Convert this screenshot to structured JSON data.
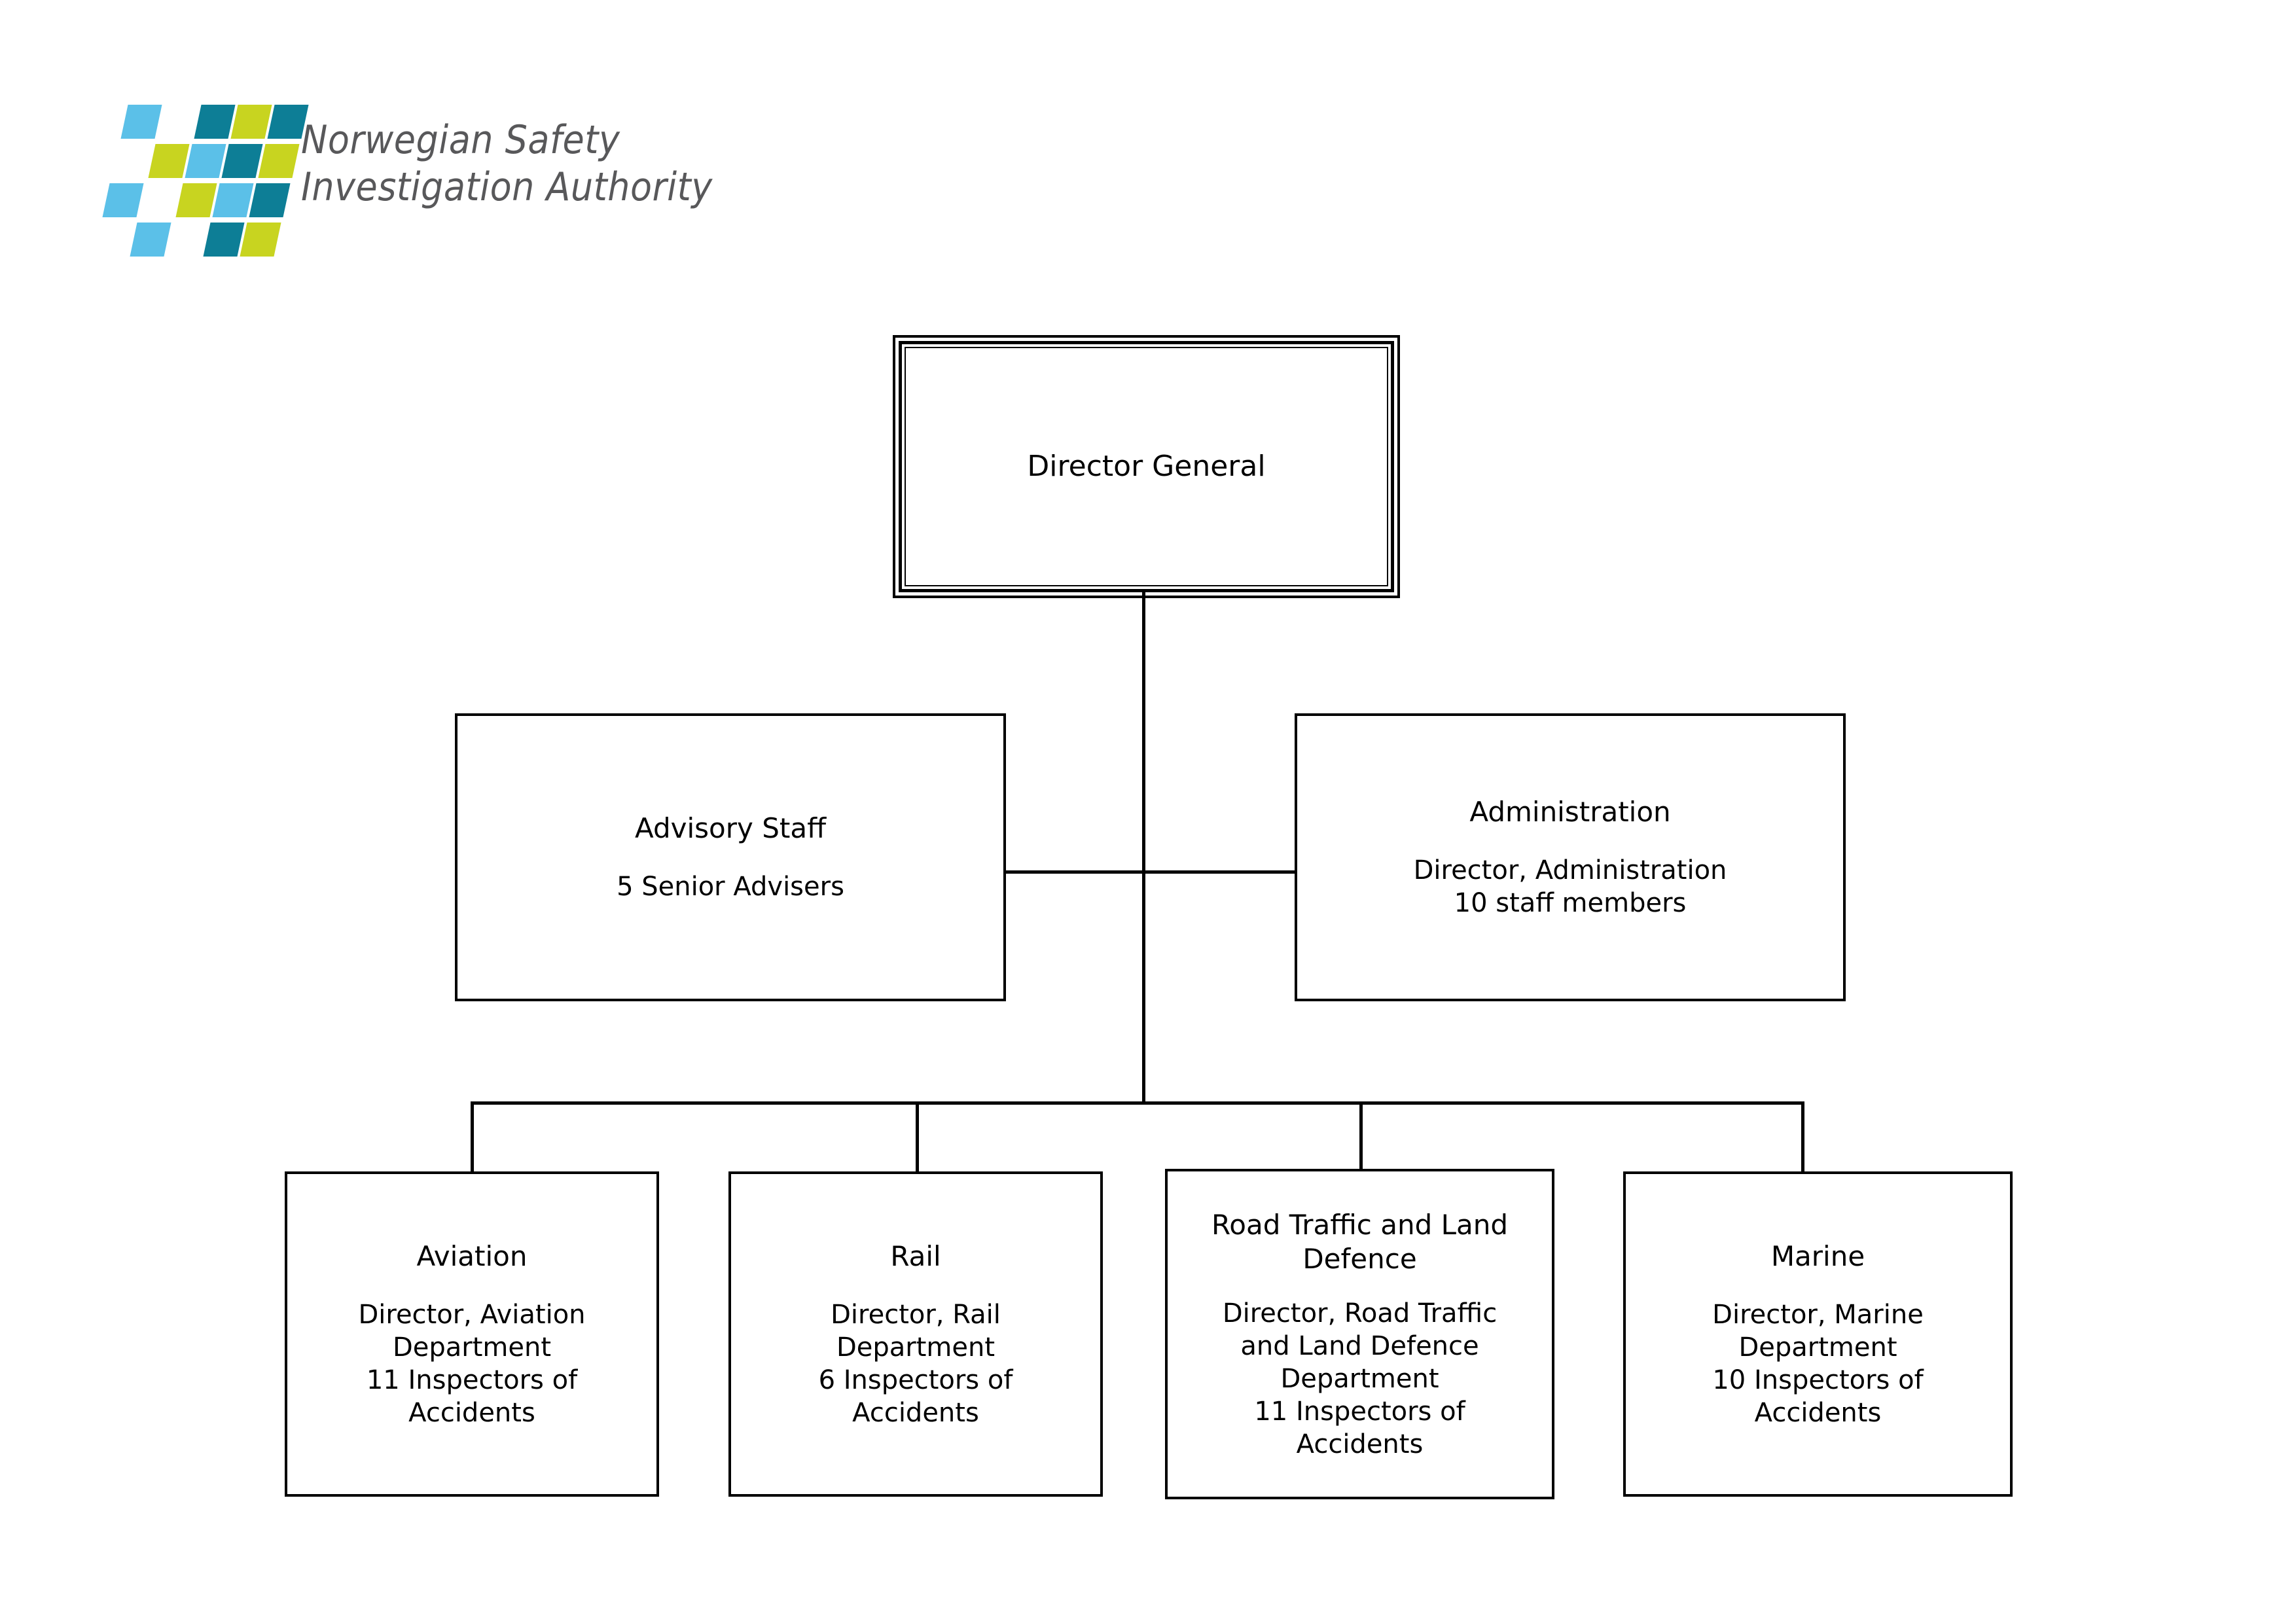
{
  "logo": {
    "name": "Norwegian Safety Investigation Authority",
    "wordmark_lines": [
      "Norwegian Safety",
      "Investigation Authority"
    ],
    "colors": {
      "light_blue": "#5bc0e8",
      "lime": "#c8d420",
      "teal": "#0d7e96",
      "wordmark_gray": "#58585a"
    },
    "tiles": [
      {
        "row": 0,
        "col": 0,
        "color": "#5bc0e8"
      },
      {
        "row": 0,
        "col": 2,
        "color": "#0d7e96"
      },
      {
        "row": 0,
        "col": 3,
        "color": "#c8d420"
      },
      {
        "row": 0,
        "col": 4,
        "color": "#0d7e96"
      },
      {
        "row": 1,
        "col": 1,
        "color": "#c8d420"
      },
      {
        "row": 1,
        "col": 2,
        "color": "#5bc0e8"
      },
      {
        "row": 1,
        "col": 3,
        "color": "#0d7e96"
      },
      {
        "row": 1,
        "col": 4,
        "color": "#c8d420"
      },
      {
        "row": 2,
        "col": 0,
        "color": "#5bc0e8"
      },
      {
        "row": 2,
        "col": 2,
        "color": "#c8d420"
      },
      {
        "row": 2,
        "col": 3,
        "color": "#5bc0e8"
      },
      {
        "row": 2,
        "col": 4,
        "color": "#0d7e96"
      },
      {
        "row": 3,
        "col": 1,
        "color": "#5bc0e8"
      },
      {
        "row": 3,
        "col": 3,
        "color": "#0d7e96"
      },
      {
        "row": 3,
        "col": 4,
        "color": "#c8d420"
      }
    ]
  },
  "chart_data": {
    "type": "diagram",
    "diagram_kind": "organisation-chart",
    "root": {
      "id": "director-general",
      "title": "Director General",
      "body": ""
    },
    "staff_nodes": [
      {
        "id": "advisory-staff",
        "title": "Advisory Staff",
        "body": "5 Senior Advisers",
        "senior_advisers": 5
      },
      {
        "id": "administration",
        "title": "Administration",
        "body": "Director, Administration\n10 staff members",
        "director_title": "Director, Administration",
        "staff_members": 10
      }
    ],
    "departments": [
      {
        "id": "aviation",
        "title": "Aviation",
        "body": "Director, Aviation\nDepartment\n11 Inspectors of\nAccidents",
        "director_title": "Director, Aviation Department",
        "inspectors_of_accidents": 11
      },
      {
        "id": "rail",
        "title": "Rail",
        "body": "Director, Rail\nDepartment\n6 Inspectors of\nAccidents",
        "director_title": "Director, Rail Department",
        "inspectors_of_accidents": 6
      },
      {
        "id": "road-traffic-and-land-defence",
        "title": "Road Traffic and Land\nDefence",
        "body": "Director, Road Traffic\nand Land Defence\nDepartment\n11 Inspectors of\nAccidents",
        "director_title": "Director, Road Traffic and Land Defence Department",
        "inspectors_of_accidents": 11
      },
      {
        "id": "marine",
        "title": "Marine",
        "body": "Director, Marine\nDepartment\n10 Inspectors of\nAccidents",
        "director_title": "Director, Marine Department",
        "inspectors_of_accidents": 10
      }
    ],
    "edges": [
      {
        "from": "director-general",
        "to": "advisory-staff"
      },
      {
        "from": "director-general",
        "to": "administration"
      },
      {
        "from": "director-general",
        "to": "aviation"
      },
      {
        "from": "director-general",
        "to": "rail"
      },
      {
        "from": "director-general",
        "to": "road-traffic-and-land-defence"
      },
      {
        "from": "director-general",
        "to": "marine"
      }
    ],
    "line_color": "#000000",
    "background": "#ffffff"
  }
}
